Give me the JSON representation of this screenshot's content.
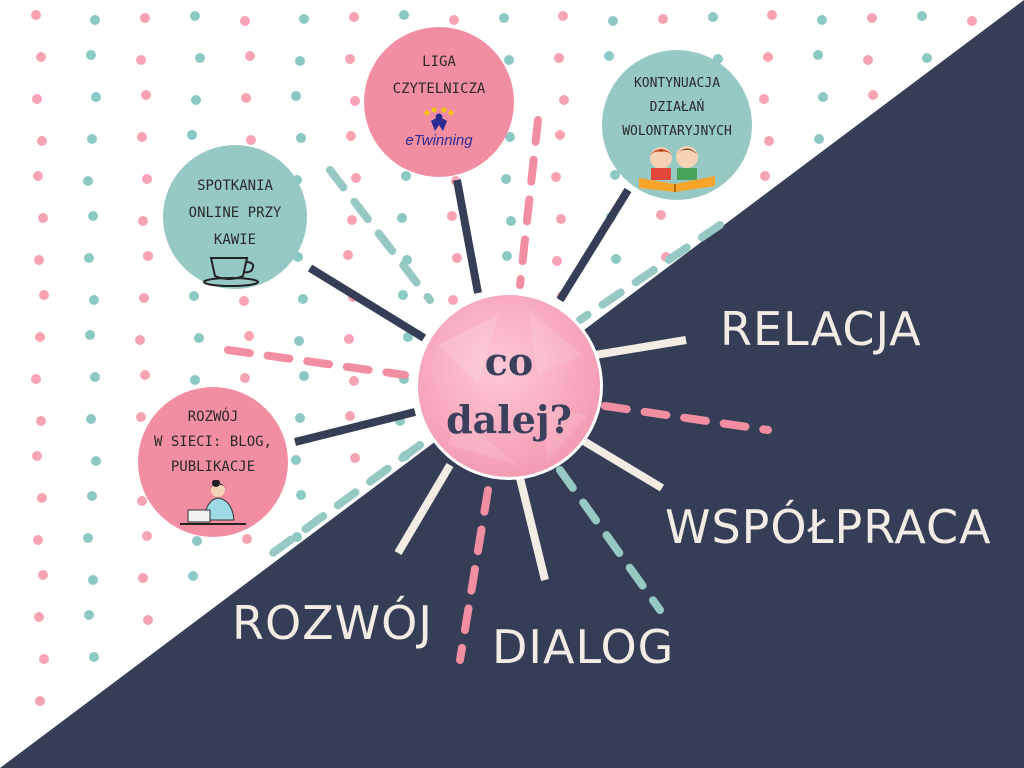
{
  "hub": {
    "label": "co\ndalej?"
  },
  "bubbles": {
    "liga": {
      "label": "LIGA\nCZYTELNICZA",
      "logo_text": "eTwinning"
    },
    "kontynuacja": {
      "label": "KONTYNUACJA\nDZIAŁAŃ\nWOLONTARYJNYCH"
    },
    "spotkania": {
      "label": "SPOTKANIA\nONLINE PRZY\nKAWIE"
    },
    "rozwoj_sieci": {
      "label": "ROZWÓJ\nW SIECI: BLOG,\nPUBLIKACJE"
    }
  },
  "keywords": {
    "relacja": "RELACJA",
    "wspolpraca": "WSPÓŁPRACA",
    "rozwoj": "ROZWÓJ",
    "dialog": "DIALOG"
  },
  "colors": {
    "navy": "#363d57",
    "pink": "#f28ea2",
    "teal": "#96c8c4",
    "dot_pink": "#f7a3b3",
    "dot_teal": "#8cc9c4",
    "hub": "#f7a6bb",
    "light_text": "#f2ece4"
  },
  "icons": {
    "liga": "etwinning-logo-icon",
    "kontynuacja": "children-reading-book-icon",
    "spotkania": "coffee-cup-icon",
    "rozwoj_sieci": "woman-at-laptop-icon"
  }
}
